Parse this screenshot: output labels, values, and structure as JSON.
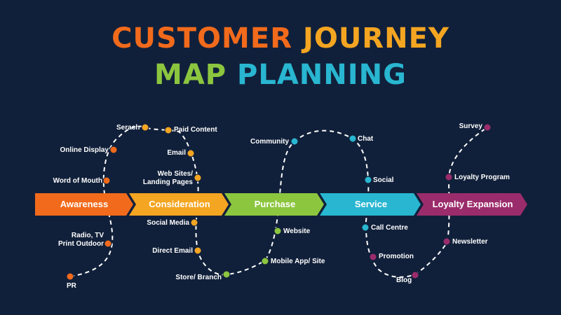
{
  "title": {
    "line1_a": "CUSTOMER",
    "line1_b": "JOURNEY",
    "line2_a": "MAP",
    "line2_b": "PLANNING"
  },
  "colors": {
    "background": "#11203a",
    "awareness": "#f26a1b",
    "consideration": "#f4a521",
    "purchase": "#8cc63f",
    "service": "#29b6d1",
    "loyalty": "#9b2c6b"
  },
  "stages": [
    {
      "label": "Awareness"
    },
    {
      "label": "Consideration"
    },
    {
      "label": "Purchase"
    },
    {
      "label": "Service"
    },
    {
      "label": "Loyalty Expansion"
    }
  ],
  "touchpoints": {
    "awareness": [
      "Online Display",
      "Word of Mouth",
      "Radio, TV",
      "Print Outdoor",
      "PR"
    ],
    "consideration": [
      "Serach",
      "Paid Content",
      "Email",
      "Web Sites/",
      "Landing Pages",
      "Social Media",
      "Direct Email"
    ],
    "purchase": [
      "Store/ Branch",
      "Mobile App/ Site",
      "Website",
      "Community"
    ],
    "service": [
      "Chat",
      "Social",
      "Call Centre",
      "Promotion",
      "Blog"
    ],
    "loyalty": [
      "Survey",
      "Loyalty Program",
      "Newsletter"
    ]
  }
}
